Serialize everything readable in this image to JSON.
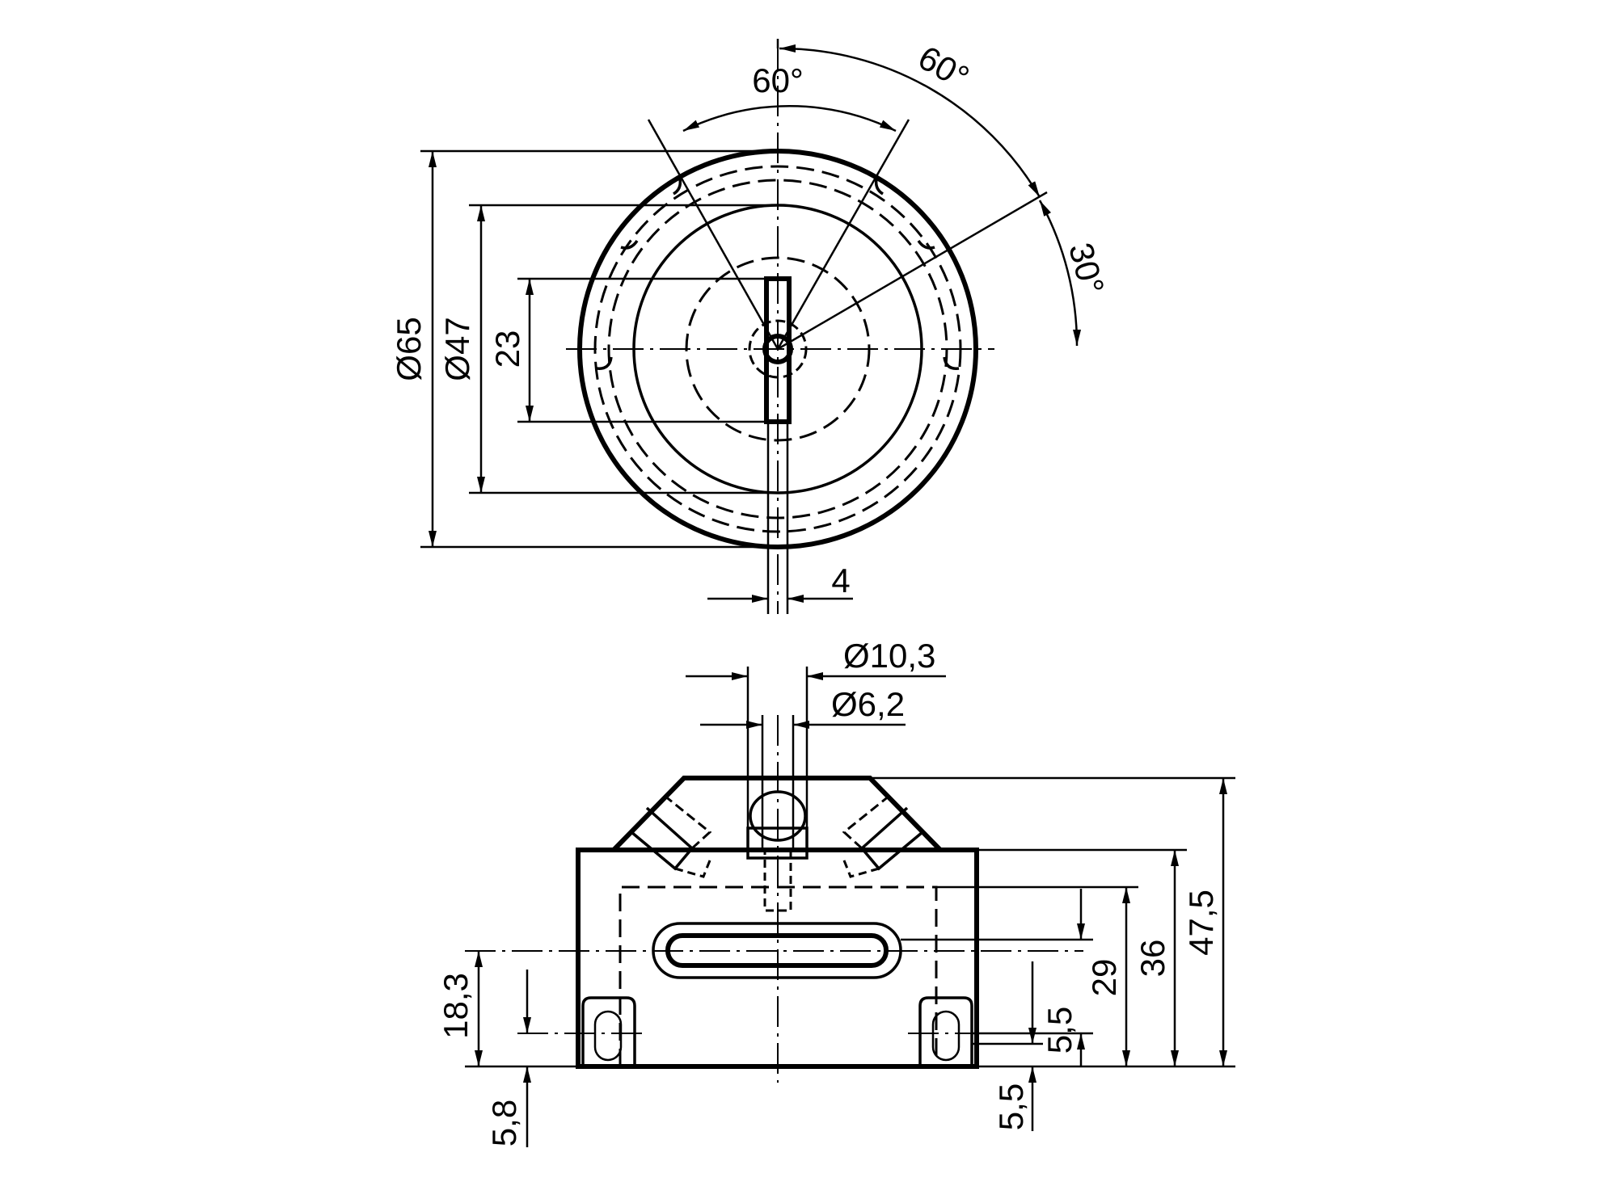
{
  "top_view": {
    "diameter_outer": "Ø65",
    "diameter_inner": "Ø47",
    "slot_length": "23",
    "slot_width": "4",
    "angle_left": "60°",
    "angle_right": "60°",
    "angle_small": "30°"
  },
  "side_view": {
    "bore_outer": "Ø10,3",
    "bore_inner": "Ø6,2",
    "total_height": "47,5",
    "body_height": "36",
    "slot_height": "29",
    "hole_height_right": "5,5",
    "hole_bottom_right": "5,5",
    "slot_center_height": "18,3",
    "hole_bottom_left": "5,8"
  }
}
